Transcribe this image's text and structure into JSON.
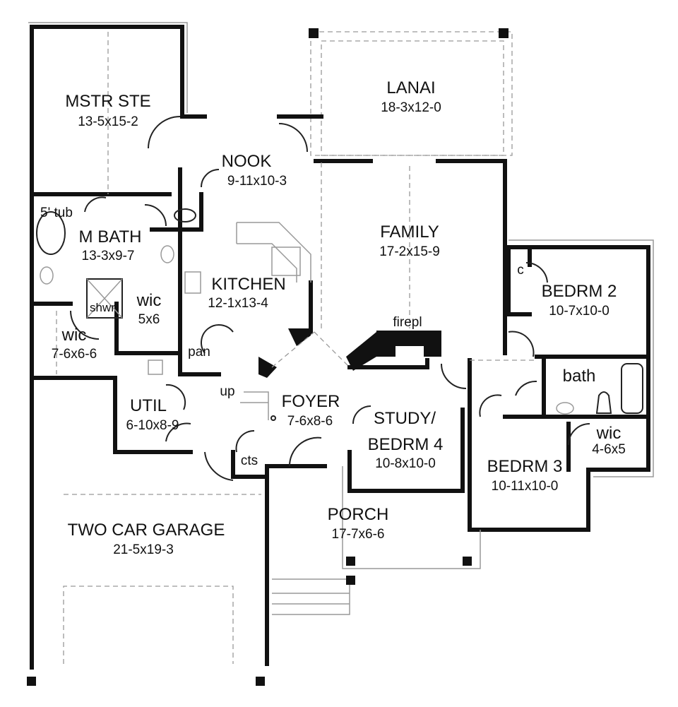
{
  "rooms": {
    "master_suite": {
      "name": "MSTR STE",
      "dims": "13-5x15-2"
    },
    "lanai": {
      "name": "LANAI",
      "dims": "18-3x12-0"
    },
    "nook": {
      "name": "NOOK",
      "dims": "9-11x10-3"
    },
    "family": {
      "name": "FAMILY",
      "dims": "17-2x15-9"
    },
    "master_bath": {
      "name": "M BATH",
      "dims": "13-3x9-7"
    },
    "kitchen": {
      "name": "KITCHEN",
      "dims": "12-1x13-4"
    },
    "bedroom2": {
      "name": "BEDRM 2",
      "dims": "10-7x10-0"
    },
    "wic_small": {
      "name": "wic",
      "dims": "5x6"
    },
    "wic_master": {
      "name": "wic",
      "dims": "7-6x6-6"
    },
    "util": {
      "name": "UTIL",
      "dims": "6-10x8-9"
    },
    "foyer": {
      "name": "FOYER",
      "dims": "7-6x8-6"
    },
    "study": {
      "name_line1": "STUDY/",
      "name_line2": "BEDRM 4",
      "dims": "10-8x10-0"
    },
    "bedroom3": {
      "name": "BEDRM 3",
      "dims": "10-11x10-0"
    },
    "wic_bed3": {
      "name": "wic",
      "dims": "4-6x5"
    },
    "porch": {
      "name": "PORCH",
      "dims": "17-7x6-6"
    },
    "garage": {
      "name": "TWO CAR GARAGE",
      "dims": "21-5x19-3"
    }
  },
  "labels": {
    "tub": "5' tub",
    "shower": "shwr",
    "closet": "c",
    "fireplace": "firepl",
    "pantry": "pan",
    "bath": "bath",
    "stairs": "up",
    "cabinets": "cts"
  }
}
